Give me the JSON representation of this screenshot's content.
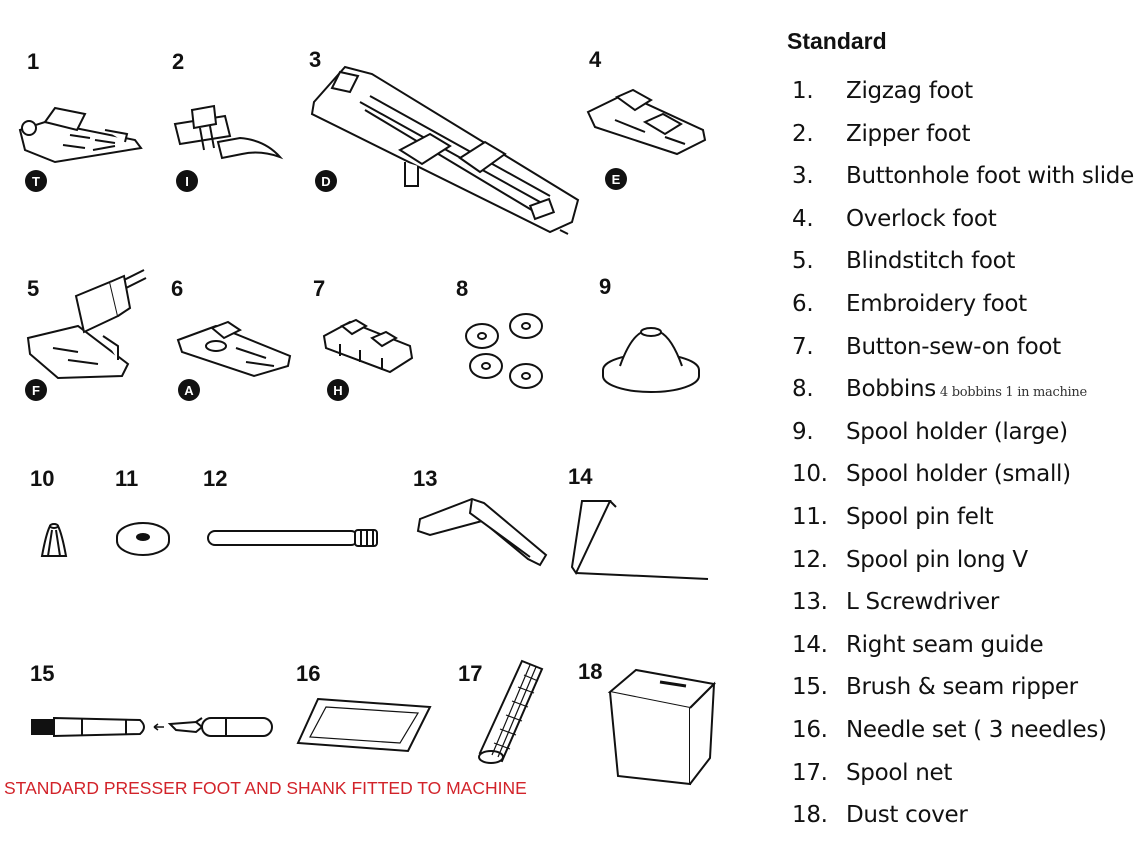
{
  "diagram": {
    "items": [
      {
        "number": "1",
        "letter": "T",
        "name": "zigzag-foot"
      },
      {
        "number": "2",
        "letter": "I",
        "name": "zipper-foot"
      },
      {
        "number": "3",
        "letter": "D",
        "name": "buttonhole-foot"
      },
      {
        "number": "4",
        "letter": "E",
        "name": "overlock-foot"
      },
      {
        "number": "5",
        "letter": "F",
        "name": "blindstitch-foot"
      },
      {
        "number": "6",
        "letter": "A",
        "name": "embroidery-foot"
      },
      {
        "number": "7",
        "letter": "H",
        "name": "button-sew-on-foot"
      },
      {
        "number": "8",
        "name": "bobbins"
      },
      {
        "number": "9",
        "name": "spool-holder-large"
      },
      {
        "number": "10",
        "name": "spool-holder-small"
      },
      {
        "number": "11",
        "name": "spool-pin-felt"
      },
      {
        "number": "12",
        "name": "spool-pin"
      },
      {
        "number": "13",
        "name": "l-screwdriver"
      },
      {
        "number": "14",
        "name": "seam-guide"
      },
      {
        "number": "15",
        "name": "brush-seam-ripper"
      },
      {
        "number": "16",
        "name": "needle-set"
      },
      {
        "number": "17",
        "name": "spool-net"
      },
      {
        "number": "18",
        "name": "dust-cover"
      }
    ]
  },
  "parts_list": {
    "heading": "Standard",
    "items": [
      {
        "num": "1.",
        "label": "Zigzag foot"
      },
      {
        "num": "2.",
        "label": "Zipper foot"
      },
      {
        "num": "3.",
        "label": "Buttonhole foot with slide"
      },
      {
        "num": "4.",
        "label": "Overlock foot"
      },
      {
        "num": "5.",
        "label": "Blindstitch foot"
      },
      {
        "num": "6.",
        "label": "Embroidery foot"
      },
      {
        "num": "7.",
        "label": "Button-sew-on foot"
      },
      {
        "num": "8.",
        "label": "Bobbins",
        "note": "4 bobbins 1 in machine"
      },
      {
        "num": "9.",
        "label": "Spool holder (large)"
      },
      {
        "num": "10.",
        "label": "Spool holder (small)"
      },
      {
        "num": "11.",
        "label": "Spool pin felt"
      },
      {
        "num": "12.",
        "label": "Spool pin long V"
      },
      {
        "num": "13.",
        "label": "L Screwdriver"
      },
      {
        "num": "14.",
        "label": "Right seam guide"
      },
      {
        "num": "15.",
        "label": "Brush & seam ripper"
      },
      {
        "num": "16.",
        "label": "Needle set ( 3 needles)"
      },
      {
        "num": "17.",
        "label": "Spool net"
      },
      {
        "num": "18.",
        "label": "Dust cover"
      }
    ]
  },
  "footer_note": {
    "text": "STANDARD PRESSER FOOT AND SHANK FITTED TO MACHINE",
    "color": "#d2232a"
  }
}
